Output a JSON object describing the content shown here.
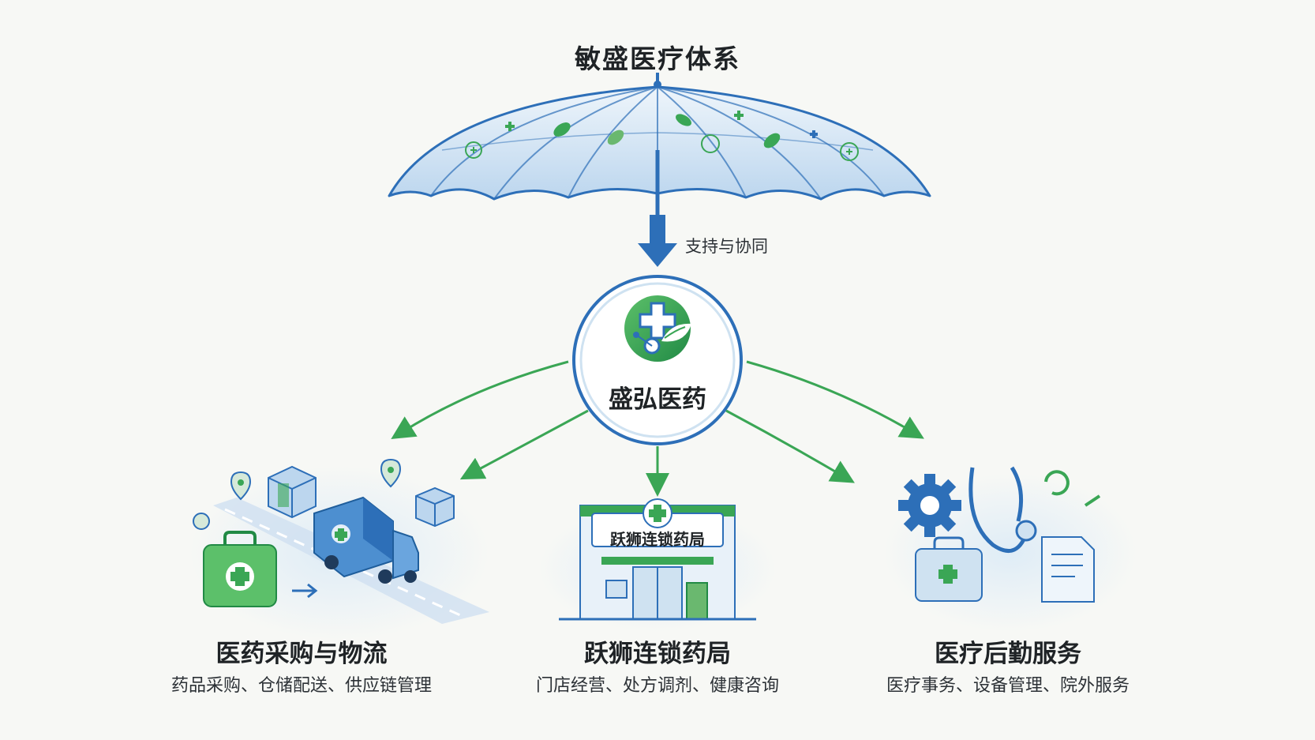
{
  "title": "敏盛医疗体系",
  "support_label": "支持与协同",
  "center": {
    "name": "盛弘医药",
    "icon": "medical-cross-leaf-logo"
  },
  "branches": [
    {
      "title": "医药采购与物流",
      "subtitle": "药品采购、仓储配送、供应链管理",
      "icon": "logistics-truck-illustration"
    },
    {
      "title": "跃狮连锁药局",
      "subtitle": "门店经营、处方调剂、健康咨询",
      "icon": "pharmacy-storefront-illustration",
      "sign": "跃狮连锁药局"
    },
    {
      "title": "医疗后勤服务",
      "subtitle": "医疗事务、设备管理、院外服务",
      "icon": "medical-services-illustration"
    }
  ],
  "colors": {
    "blue": "#2d6fb8",
    "green": "#3aa655",
    "light_blue": "#d8e8f5",
    "background": "#f7f8f5"
  }
}
